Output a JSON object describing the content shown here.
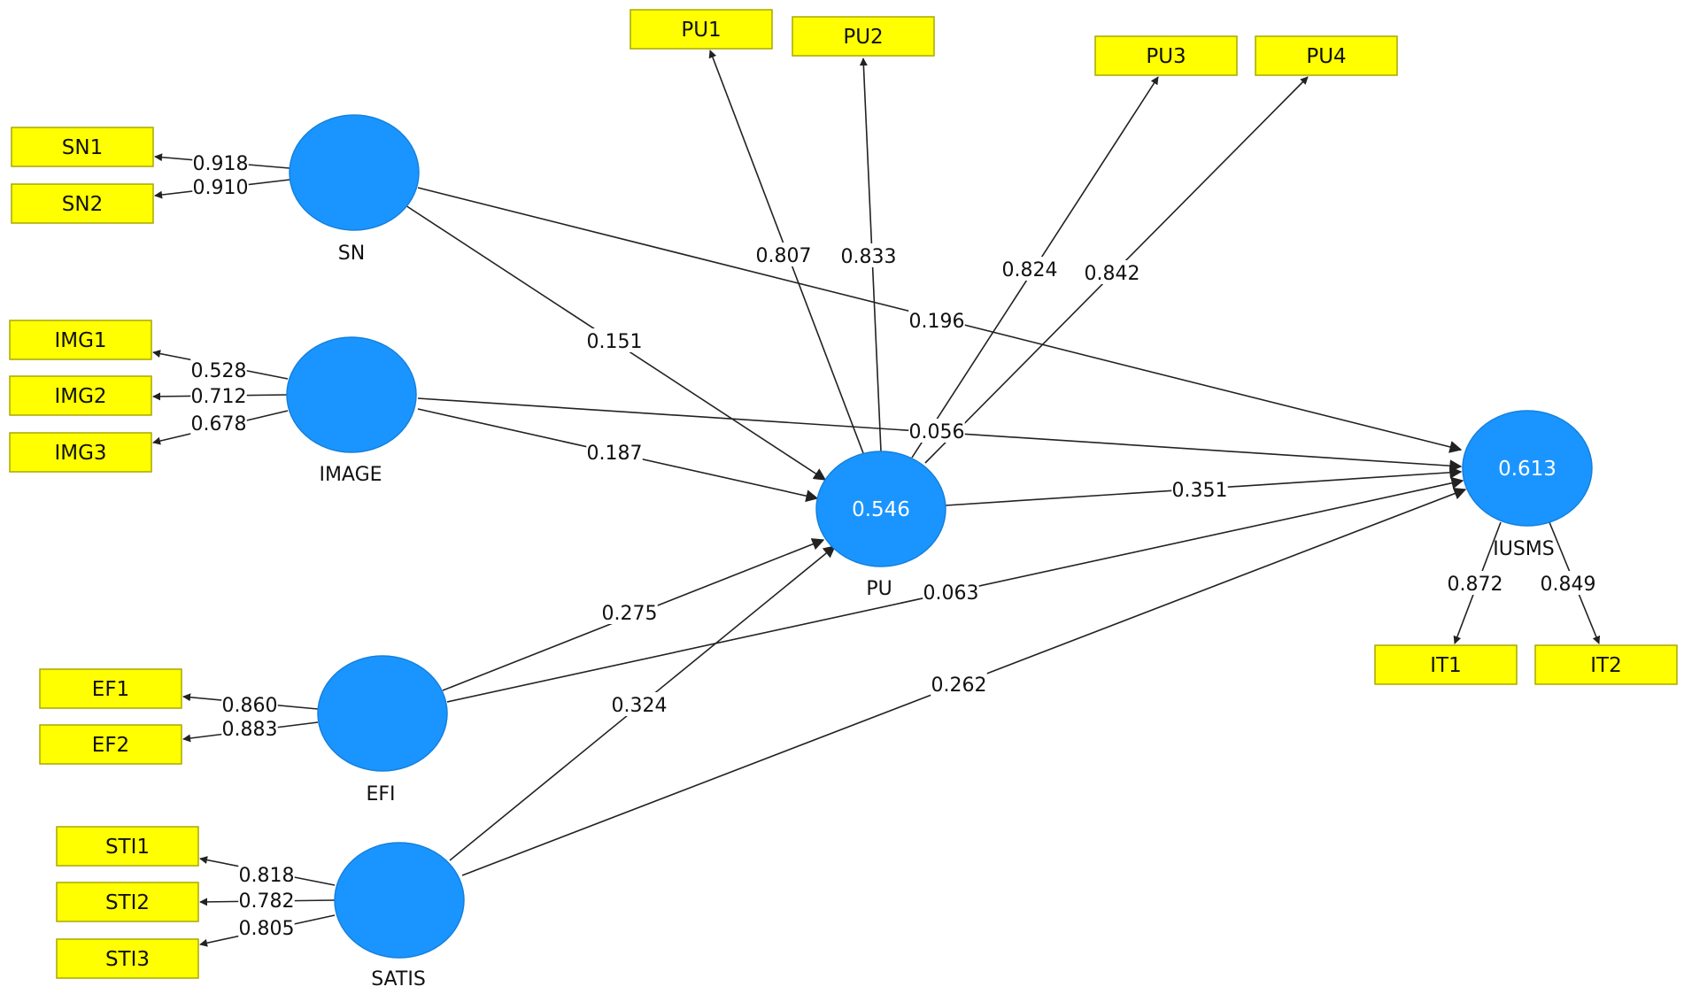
{
  "colors": {
    "indicator_fill": "#ffff00",
    "indicator_stroke": "#a8a800",
    "latent_fill": "#1a95ff",
    "latent_stroke": "#1580dd",
    "arrow": "#222222",
    "r2_text": "#ffffff"
  },
  "latent_variables": [
    {
      "id": "SN",
      "label": "SN",
      "r2": ""
    },
    {
      "id": "IMAGE",
      "label": "IMAGE",
      "r2": ""
    },
    {
      "id": "EFI",
      "label": "EFI",
      "r2": ""
    },
    {
      "id": "SATIS",
      "label": "SATIS",
      "r2": ""
    },
    {
      "id": "PU",
      "label": "PU",
      "r2": "0.546"
    },
    {
      "id": "IUSMS",
      "label": "IUSMS",
      "r2": "0.613"
    }
  ],
  "indicators": [
    {
      "id": "SN1",
      "label": "SN1",
      "construct": "SN",
      "loading": "0.918"
    },
    {
      "id": "SN2",
      "label": "SN2",
      "construct": "SN",
      "loading": "0.910"
    },
    {
      "id": "IMG1",
      "label": "IMG1",
      "construct": "IMAGE",
      "loading": "0.528"
    },
    {
      "id": "IMG2",
      "label": "IMG2",
      "construct": "IMAGE",
      "loading": "0.712"
    },
    {
      "id": "IMG3",
      "label": "IMG3",
      "construct": "IMAGE",
      "loading": "0.678"
    },
    {
      "id": "EF1",
      "label": "EF1",
      "construct": "EFI",
      "loading": "0.860"
    },
    {
      "id": "EF2",
      "label": "EF2",
      "construct": "EFI",
      "loading": "0.883"
    },
    {
      "id": "STI1",
      "label": "STI1",
      "construct": "SATIS",
      "loading": "0.818"
    },
    {
      "id": "STI2",
      "label": "STI2",
      "construct": "SATIS",
      "loading": "0.782"
    },
    {
      "id": "STI3",
      "label": "STI3",
      "construct": "SATIS",
      "loading": "0.805"
    },
    {
      "id": "PU1",
      "label": "PU1",
      "construct": "PU",
      "loading": "0.807"
    },
    {
      "id": "PU2",
      "label": "PU2",
      "construct": "PU",
      "loading": "0.833"
    },
    {
      "id": "PU3",
      "label": "PU3",
      "construct": "PU",
      "loading": "0.824"
    },
    {
      "id": "PU4",
      "label": "PU4",
      "construct": "PU",
      "loading": "0.842"
    },
    {
      "id": "IT1",
      "label": "IT1",
      "construct": "IUSMS",
      "loading": "0.872"
    },
    {
      "id": "IT2",
      "label": "IT2",
      "construct": "IUSMS",
      "loading": "0.849"
    }
  ],
  "paths": [
    {
      "from": "SN",
      "to": "PU",
      "coefficient": "0.151"
    },
    {
      "from": "SN",
      "to": "IUSMS",
      "coefficient": "0.196"
    },
    {
      "from": "IMAGE",
      "to": "PU",
      "coefficient": "0.187"
    },
    {
      "from": "IMAGE",
      "to": "IUSMS",
      "coefficient": "0.056"
    },
    {
      "from": "EFI",
      "to": "PU",
      "coefficient": "0.275"
    },
    {
      "from": "EFI",
      "to": "IUSMS",
      "coefficient": "0.063"
    },
    {
      "from": "SATIS",
      "to": "PU",
      "coefficient": "0.324"
    },
    {
      "from": "SATIS",
      "to": "IUSMS",
      "coefficient": "0.262"
    },
    {
      "from": "PU",
      "to": "IUSMS",
      "coefficient": "0.351"
    }
  ]
}
